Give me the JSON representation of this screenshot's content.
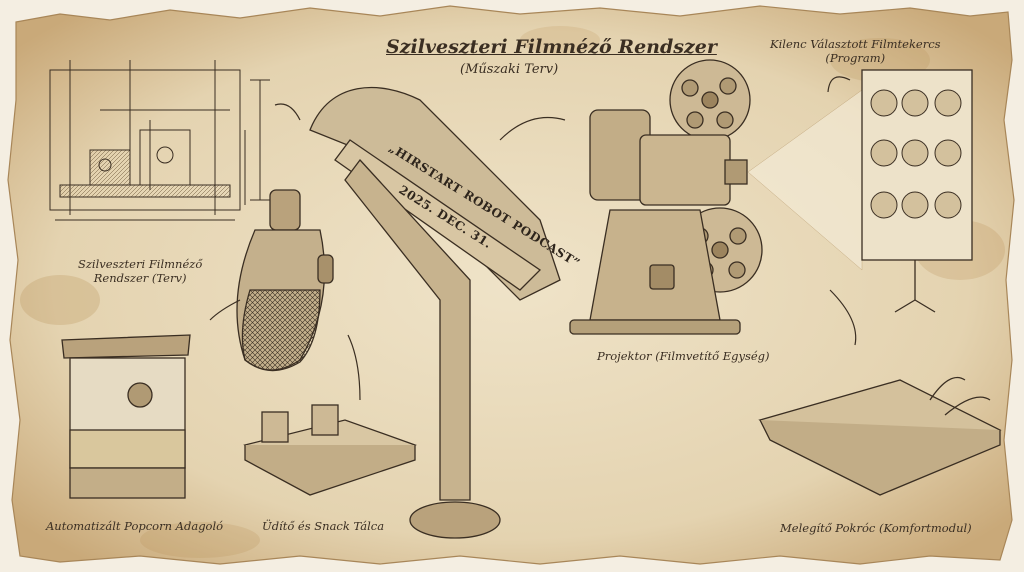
{
  "title": "Szilveszteri Filmnéző Rendszer",
  "subtitle": "(Műszaki Terv)",
  "labels": {
    "blueprint_line1": "Szilveszteri Filmnéző",
    "blueprint_line2": "Rendszer (Terv)",
    "reels_line1": "Kilenc Választott Filmtekercs",
    "reels_line2": "(Program)",
    "projector": "Projektor (Filmvetítő Egység)",
    "popcorn": "Automatizált Popcorn Adagoló",
    "tray": "Üdítő és Snack Tálca",
    "blanket": "Melegítő Pokróc (Komfortmodul)"
  },
  "boom_arm": {
    "line1": "„HIRSTART ROBOT PODCAST”",
    "line2": "2025. DEC. 31."
  },
  "colors": {
    "paper": "#e9dcc1",
    "ink": "#3a2e22",
    "stain": "#b58a4e",
    "background": "#f4eee2"
  }
}
